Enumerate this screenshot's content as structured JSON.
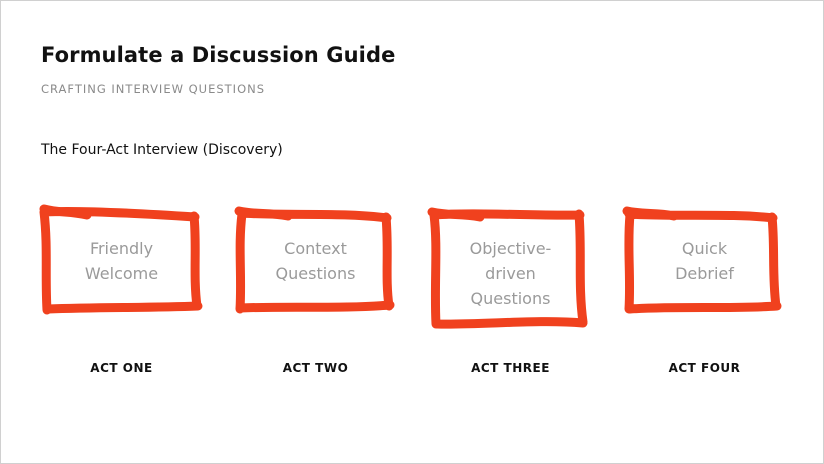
{
  "page": {
    "title": "Formulate a Discussion Guide",
    "subtitle": "CRAFTING INTERVIEW QUESTIONS",
    "section_title": "The Four-Act Interview (Discovery)"
  },
  "acts": [
    {
      "box_text": "Friendly\nWelcome",
      "label": "ACT ONE"
    },
    {
      "box_text": "Context\nQuestions",
      "label": "ACT TWO"
    },
    {
      "box_text": "Objective-\ndriven\nQuestions",
      "label": "ACT THREE"
    },
    {
      "box_text": "Quick\nDebrief",
      "label": "ACT FOUR"
    }
  ],
  "colors": {
    "brush_stroke": "#f0411e",
    "box_text": "#9a9a9a",
    "heading": "#111111",
    "subtitle": "#8a8a8a"
  }
}
